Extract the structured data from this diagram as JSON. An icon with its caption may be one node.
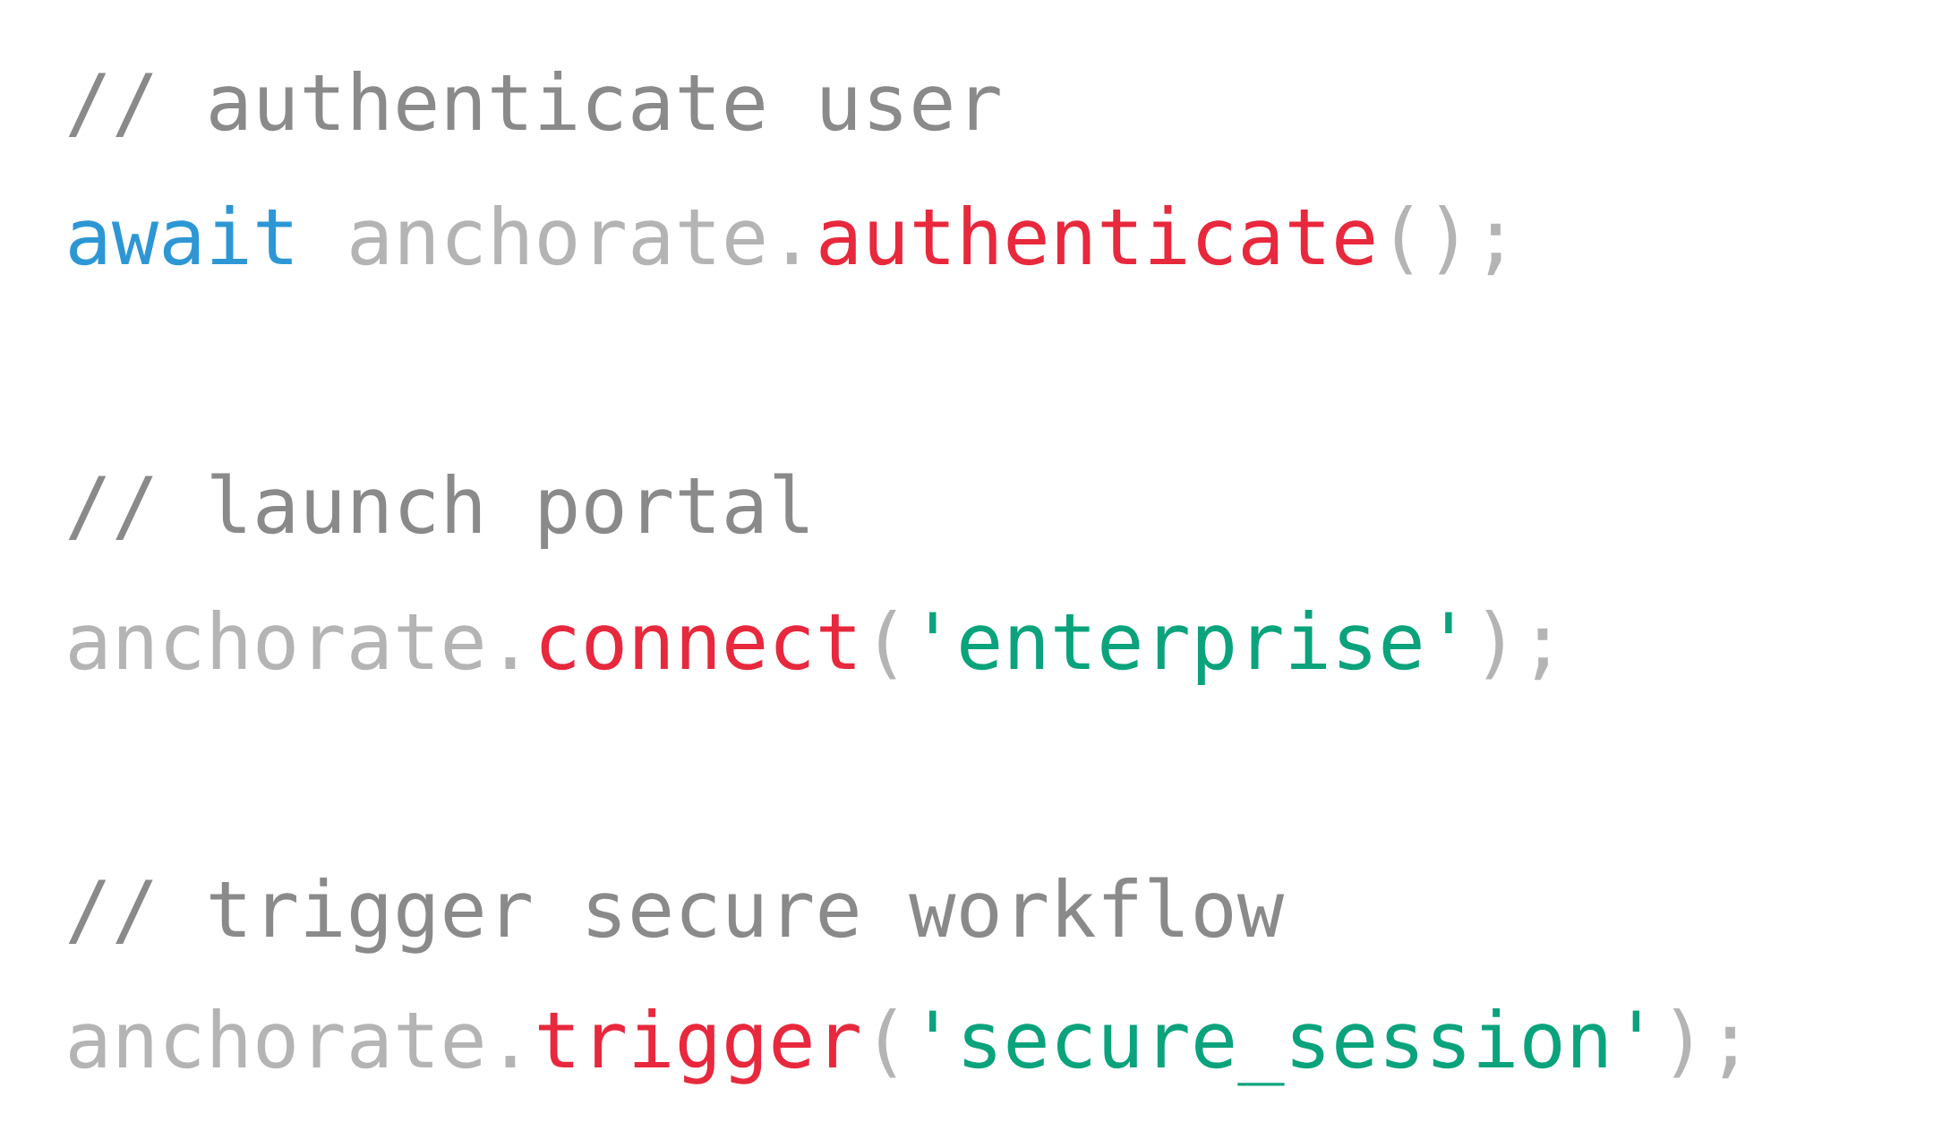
{
  "diagram": {
    "labels": [
      "// authenticate user",
      "await",
      "anchorate.",
      "authenticate",
      "();",
      "// launch portal",
      "anchorate.",
      "connect",
      "(",
      "'enterprise'",
      ");",
      "// trigger secure workflow",
      "anchorate.",
      "trigger",
      "(",
      "'secure_session'",
      ");"
    ]
  }
}
